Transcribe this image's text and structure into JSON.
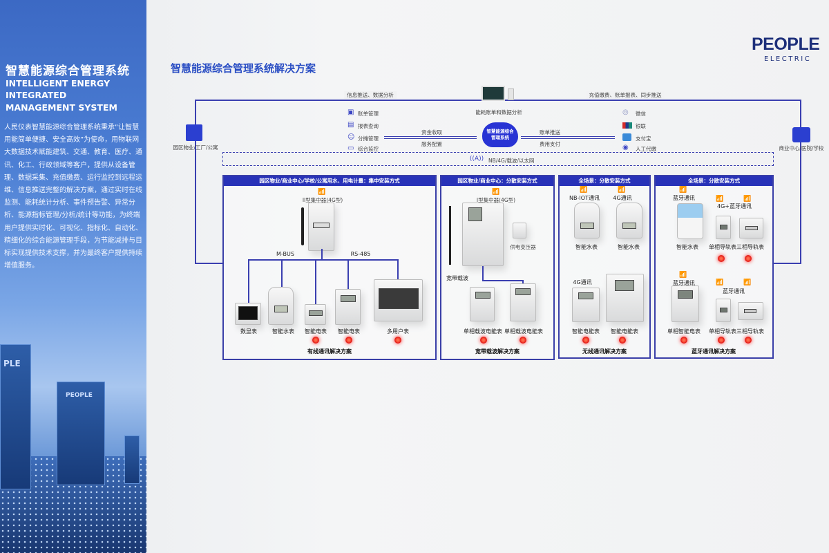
{
  "left_panel": {
    "title": "智慧能源综合管理系统",
    "english": [
      "INTELLIGENT ENERGY",
      "INTEGRATED",
      "MANAGEMENT SYSTEM"
    ],
    "description": "人民仪表智慧能源综合管理系统秉承“让智慧用能简单便捷、安全高效”为使命，用物联网大数据技术赋能建筑、交通、教育、医疗、通讯、化工、行政领域等客户，提供从设备管理、数据采集、充值缴费、运行监控到远程运维、信息推送完整的解决方案，通过实时在线监测、能耗统计分析、事件预告警、异常分析、能源指标管理/分析/统计等功能，为终端用户提供实时化、可视化、指标化、自动化、精细化的综合能源管理手段，为节能减排与目标实现提供技术支撑，并为最终客户提供持续增值服务。",
    "building_sign_1": "PLE",
    "building_sign_2": "PEOPLE"
  },
  "logo": {
    "name": "PEOPLE",
    "sub": "ELECTRIC"
  },
  "diagram": {
    "title": "智慧能源综合管理系统解决方案",
    "top_left_label": "信息推送、数据分析",
    "top_right_label": "充值缴费、账单报表、同步推送",
    "left_node": "园区物业/工厂/公寓",
    "right_node": "商业中心/医院/学校",
    "monitor_label": "能耗账单和数据分析",
    "cloud": [
      "智慧能源综合",
      "管理系统"
    ],
    "left_functions": [
      "账单管理",
      "报表查询",
      "分摊管理",
      "综合监控"
    ],
    "left_arrows": {
      "top": "资金收取",
      "bottom": "服务配置"
    },
    "right_arrows": {
      "top": "账单推送",
      "bottom": "费用支付"
    },
    "payments": [
      "微信",
      "银联",
      "支付宝",
      "人工代缴"
    ],
    "network": "NB/4G/载波/以太网"
  },
  "panels": [
    {
      "header": "园区物业/商业中心/学校/公寓用水、用电计量：集中安装方式",
      "concentrator": "II型集中器(4G型)",
      "bus_left": "M-BUS",
      "bus_right": "RS-485",
      "devices": [
        "数显表",
        "智能水表",
        "智能电表",
        "智能电表",
        "多用户表"
      ],
      "footer": "有线通讯解决方案"
    },
    {
      "header": "园区物业/商业中心：分散安装方式",
      "concentrator": "I型集中器(4G型)",
      "transformer": "供电变压器",
      "carrier": "宽带载波",
      "devices": [
        "单相载波电能表",
        "单相载波电能表"
      ],
      "footer": "宽带载波解决方案"
    },
    {
      "header": "全场景：分散安装方式",
      "comm": [
        "NB-IOT通讯",
        "4G通讯",
        "4G通讯"
      ],
      "devices": [
        "智能水表",
        "智能水表",
        "智能电能表",
        "智能电能表"
      ],
      "footer": "无线通讯解决方案"
    },
    {
      "header": "全场景：分散安装方式",
      "comm": [
        "蓝牙通讯",
        "4G+蓝牙通讯",
        "蓝牙通讯",
        "蓝牙通讯"
      ],
      "devices": [
        "智能水表",
        "单相导轨表",
        "三相导轨表",
        "单相智能电表",
        "单相导轨表",
        "三相导轨表"
      ],
      "footer": "蓝牙通讯解决方案"
    }
  ],
  "colors": {
    "brand": "#1d2f7a",
    "accent": "#2832b8",
    "led": "#e01010"
  }
}
